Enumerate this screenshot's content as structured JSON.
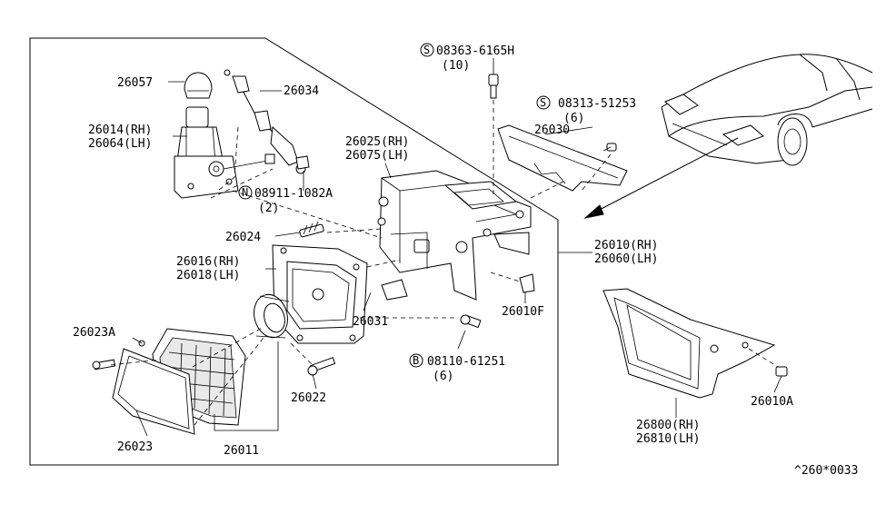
{
  "parts": {
    "p26057": "26057",
    "p26034": "26034",
    "p26014": "26014(RH)",
    "p26064": "26064(LH)",
    "p26025": "26025(RH)",
    "p26075": "26075(LH)",
    "s08363": "08363-6165H",
    "s08363_qty": "(10)",
    "s08313": "08313-51253",
    "s08313_qty": "(6)",
    "p26030": "26030",
    "n08911": "08911-1082A",
    "n08911_qty": "(2)",
    "p26024": "26024",
    "p26016": "26016(RH)",
    "p26018": "26018(LH)",
    "p26010": "26010(RH)",
    "p26060": "26060(LH)",
    "p26031": "26031",
    "p26010F": "26010F",
    "p26023A": "26023A",
    "b08110": "08110-61251",
    "b08110_qty": "(6)",
    "p26022": "26022",
    "p26023": "26023",
    "p26011": "26011",
    "p26800": "26800(RH)",
    "p26810": "26810(LH)",
    "p26010A": "26010A",
    "drawing_code": "^260*0033"
  },
  "symbols": {
    "s_circle": "S",
    "n_circle": "N",
    "b_circle": "B"
  }
}
